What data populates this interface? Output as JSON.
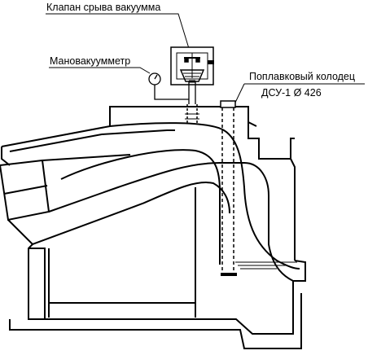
{
  "labels": {
    "valve": "Клапан срыва вакуумма",
    "gauge": "Мановакуумметр",
    "well": "Поплавковый колодец",
    "well_spec": "ДСУ-1 Ø 426"
  }
}
